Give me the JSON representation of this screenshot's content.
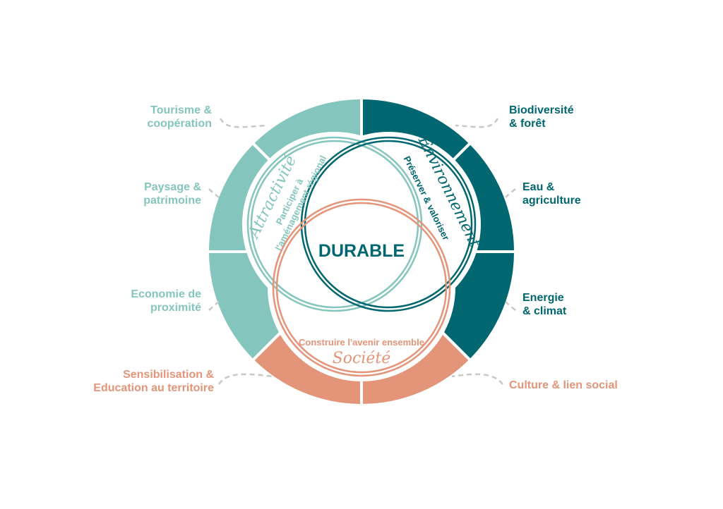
{
  "colors": {
    "light_teal": "#84c5bd",
    "dark_teal": "#006670",
    "orange": "#e49478",
    "connector": "#c8c8c8"
  },
  "center_title": "DURABLE",
  "pillars": {
    "attractivite": {
      "title": "Attractivité",
      "line1": "Participer à",
      "line2": "l'aménagement régional"
    },
    "environnement": {
      "title": "Environnement",
      "line1": "Préserver & valoriser"
    },
    "societe": {
      "title": "Société",
      "line1": "Construire l'avenir ensemble"
    }
  },
  "segments": {
    "tourisme": [
      "Tourisme &",
      "coopération"
    ],
    "paysage": [
      "Paysage &",
      "patrimoine"
    ],
    "economie": [
      "Economie de",
      "proximité"
    ],
    "sensibilisation": [
      "Sensibilisation &",
      "Education au territoire"
    ],
    "culture": [
      "Culture & lien social"
    ],
    "energie": [
      "Energie",
      "& climat"
    ],
    "eau": [
      "Eau &",
      "agriculture"
    ],
    "biodiversite": [
      "Biodiversité",
      "& forêt"
    ]
  }
}
